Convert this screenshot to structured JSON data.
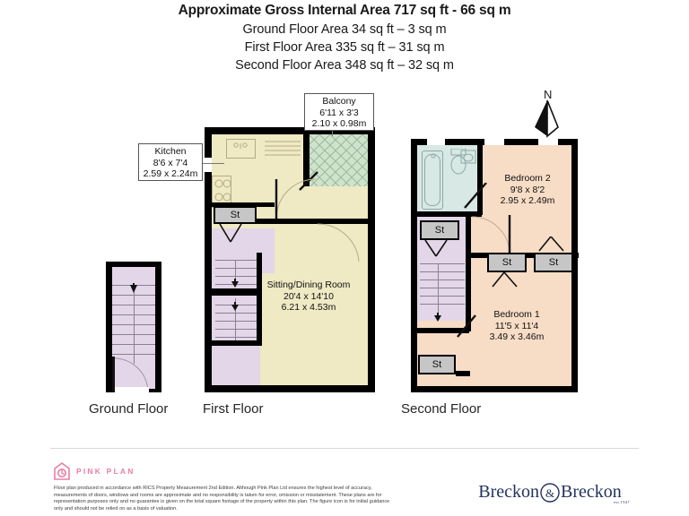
{
  "header": {
    "title": "Approximate Gross Internal Area 717 sq ft - 66 sq m",
    "ground": "Ground Floor Area 34 sq ft – 3 sq m",
    "first": "First Floor Area 335 sq ft – 31 sq m",
    "second": "Second Floor Area 348 sq ft – 32 sq m"
  },
  "captions": {
    "ground": "Ground Floor",
    "first": "First Floor",
    "second": "Second Floor"
  },
  "compass": {
    "north": "N"
  },
  "callouts": {
    "kitchen": {
      "name": "Kitchen",
      "imperial": "8'6 x 7'4",
      "metric": "2.59 x 2.24m"
    },
    "balcony": {
      "name": "Balcony",
      "imperial": "6'11 x 3'3",
      "metric": "2.10 x 0.98m"
    }
  },
  "rooms": {
    "sitting": {
      "name": "Sitting/Dining Room",
      "imperial": "20'4 x 14'10",
      "metric": "6.21 x 4.53m"
    },
    "bedroom2": {
      "name": "Bedroom 2",
      "imperial": "9'8 x 8'2",
      "metric": "2.95 x 2.49m"
    },
    "bedroom1": {
      "name": "Bedroom 1",
      "imperial": "11'5 x 11'4",
      "metric": "3.49 x 3.46m"
    }
  },
  "storage": {
    "first_1": "St",
    "second_1": "St",
    "second_2": "St",
    "second_3": "St",
    "second_4": "St"
  },
  "footer": {
    "pink_plan": "PINK PLAN",
    "disclaimer": "Floor plan produced in accordance with RICS Property Measurement 2nd Edition. Although Pink Plan Ltd ensures the highest level of accuracy, measurements of doors, windows and rooms are approximate and no responsibility is taken for error, omission or misstatement. These plans are for representation purposes only and no guarantee is given on the total square footage of the property within this plan. The figure icon is for initial guidance only and should not be relied on as a basis of valuation.",
    "agent_left": "Breckon",
    "agent_right": "Breckon",
    "agent_est": "est.1947"
  },
  "colors": {
    "first_floor_fill": "#efe9c4",
    "second_floor_fill": "#f7dcc6",
    "stair_fill": "#e3d6e8",
    "bathroom_fill": "#d7e8e5",
    "storage_fill": "#c6c6c6",
    "balcony_fill": "#cfe3cc",
    "wall": "#000000",
    "pink_brand": "#e87fa6",
    "agent_brand": "#23325e"
  }
}
